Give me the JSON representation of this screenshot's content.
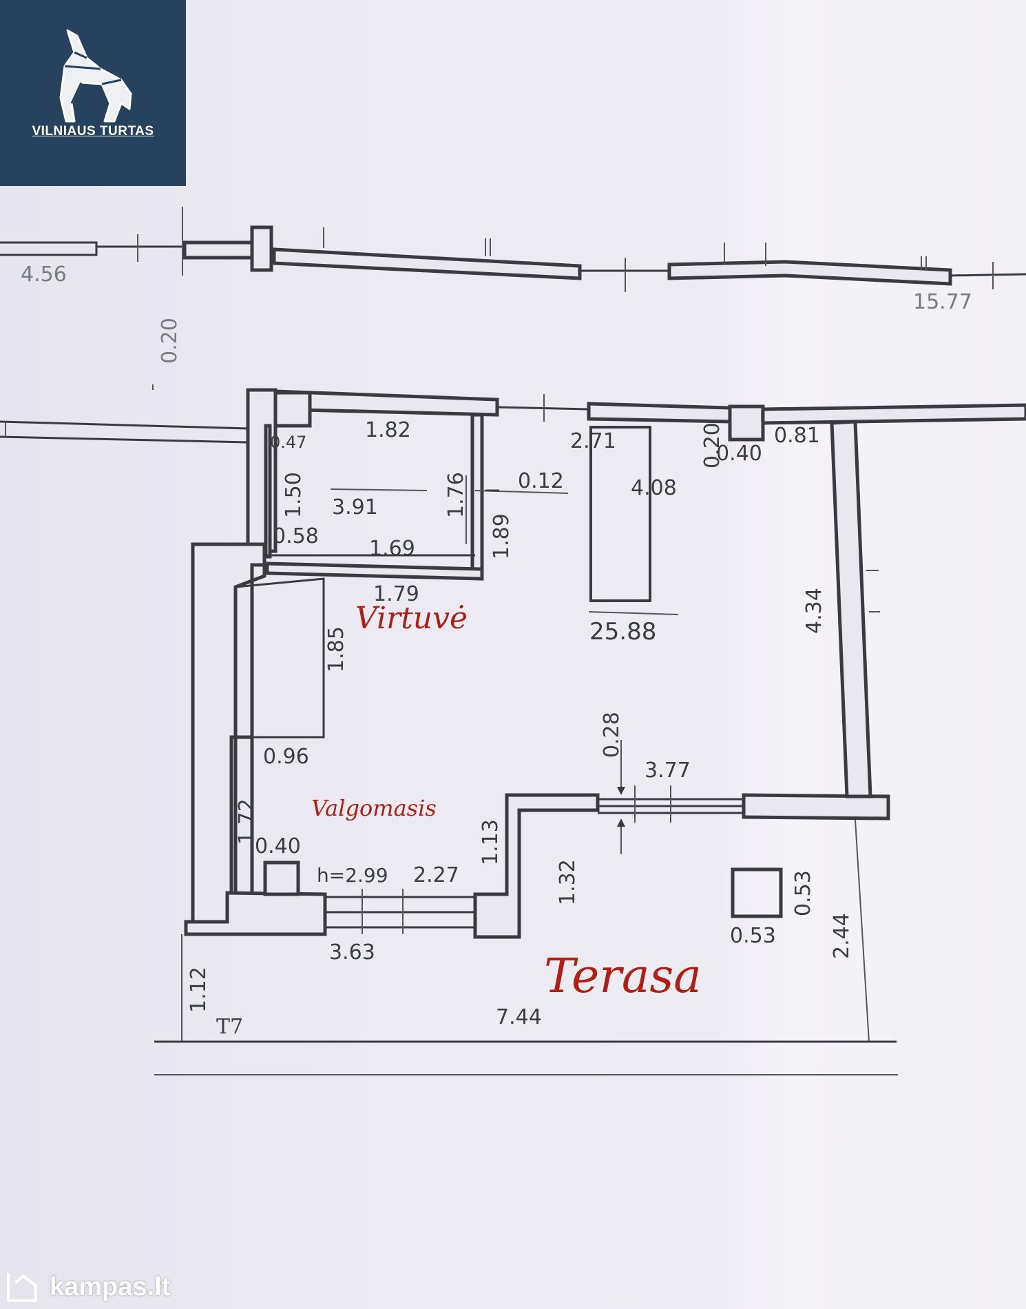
{
  "logo": {
    "brand": "VILNIAUS TURTAS",
    "icon": "howling-wolf-icon",
    "background": "#26425f"
  },
  "watermark": {
    "text": "kampas.lt",
    "icon": "house-icon"
  },
  "rooms": {
    "kitchen": "Virtuvė",
    "dining": "Valgomasis",
    "terrace": "Terasa"
  },
  "dimensions": {
    "outer_left": "4.56",
    "outer_right": "15.77",
    "gap": "0.20",
    "kitchen_left_wall": "0.47",
    "kitchen_width": "1.82",
    "kitchen_ceiling_line": "2.71",
    "column_top": "0.20",
    "column_width": "0.40",
    "right_offset": "0.81",
    "niche_height": "1.50",
    "niche_length": "3.91",
    "niche_depth": "1.76",
    "partition": "0.12",
    "counter_length": "4.08",
    "niche_bottom": "0.58",
    "niche_base": "1.69",
    "partition_height": "1.89",
    "kitchen_bottom": "1.79",
    "area": "25.88",
    "right_wall_height": "4.34",
    "side_depth": "1.85",
    "door_threshold": "0.28",
    "small_ledge": "0.96",
    "door_width": "3.77",
    "dining_left": "1.72",
    "chimney_width": "0.40",
    "step_height": "1.13",
    "entry_height": "1.32",
    "pillar_height": "0.53",
    "ceiling_height": "h=2.99",
    "dining_bottom": "2.27",
    "pillar_width": "0.53",
    "terrace_side": "2.44",
    "entrance_width": "3.63",
    "terrace_left": "1.12",
    "terrace_length": "7.44",
    "marker": "T7"
  }
}
